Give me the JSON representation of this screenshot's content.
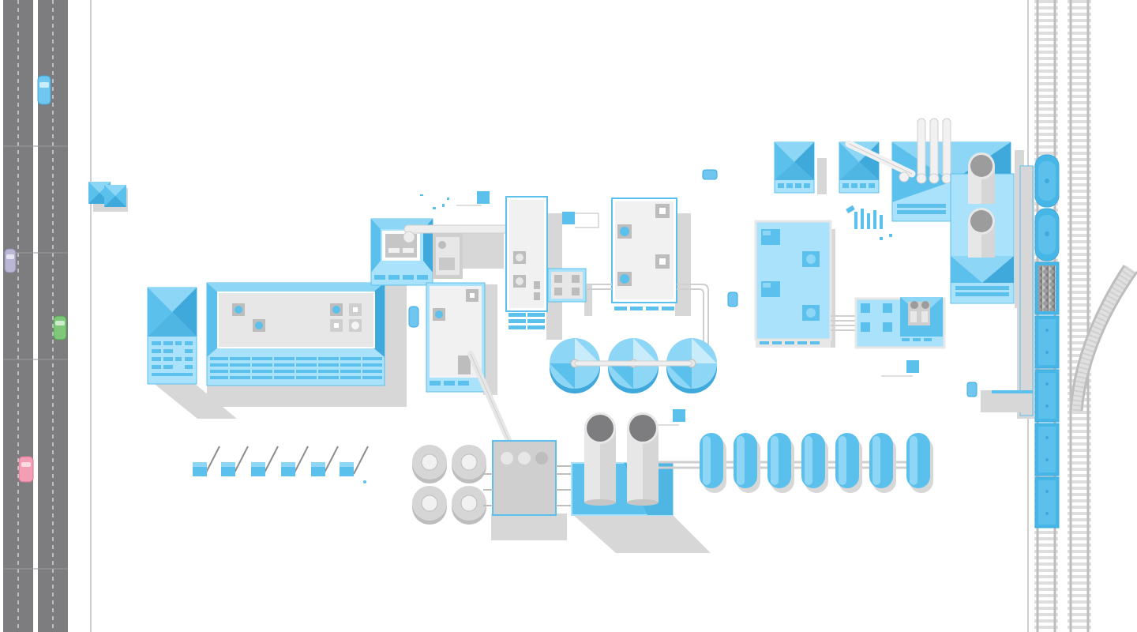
{
  "palette": {
    "background": "#ffffff",
    "road": "#7d7d80",
    "road_marking": "#ffffff",
    "building_blue": "#5bc0ec",
    "roof_light": "#8ed6f6",
    "roof_dark": "#3fa9dc",
    "wall_pale": "#a9e2fa",
    "panel_gray": "#e7e7e7",
    "silo_gray": "#d6d6d6",
    "shadow": "#d7d7d7",
    "rail": "#bdbdbd",
    "train": "#46b6e6"
  },
  "scene": {
    "road_lanes": 2,
    "road_cars": [
      {
        "lane": 2,
        "color": "#6fc6ef"
      },
      {
        "lane": 1,
        "color": "#b9b7d4"
      },
      {
        "lane": 2,
        "color": "#7fc77a"
      },
      {
        "lane": 1,
        "color": "#f39eb4"
      }
    ],
    "rail_tracks": 2,
    "train_wagons": 7,
    "storage_tanks": 7,
    "round_tanks": 3,
    "tall_silos": 2,
    "small_silos": 4,
    "utility_poles": 6
  }
}
